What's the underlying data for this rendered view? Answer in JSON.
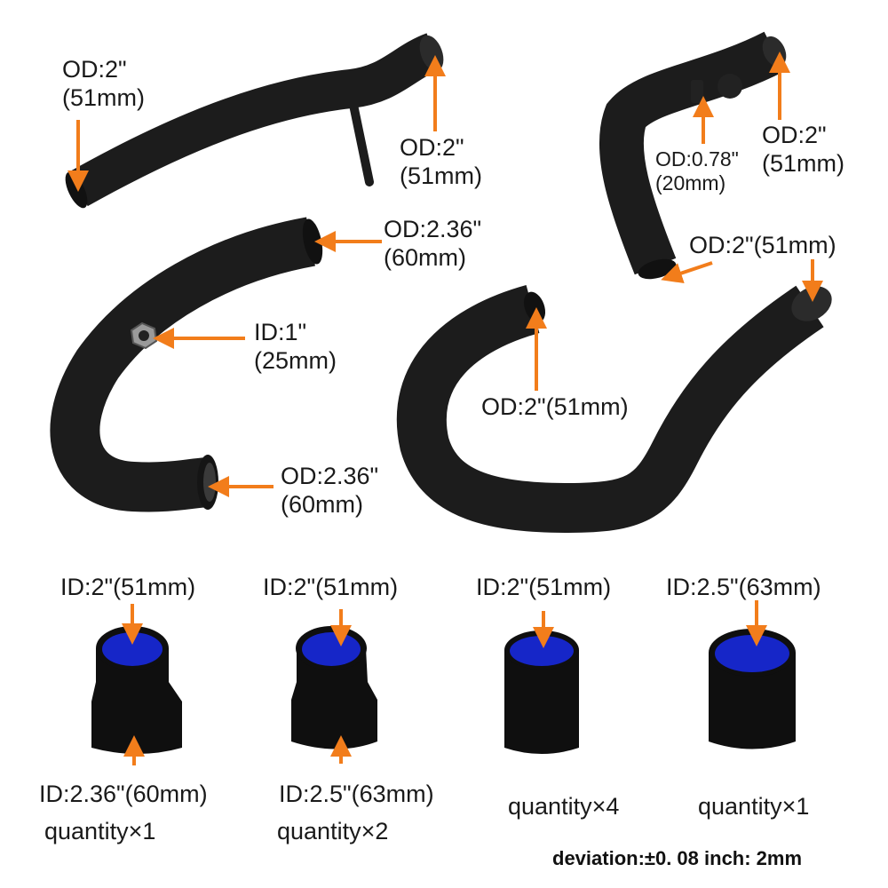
{
  "colors": {
    "arrow": "#f27d1b",
    "pipe": "#1c1c1c",
    "coupler_inner": "#1626c8",
    "text": "#1a1a1a"
  },
  "pipes": {
    "pipe1": {
      "left_end": {
        "line1": "OD:2\"",
        "line2": "(51mm)"
      },
      "right_end": {
        "line1": "OD:2\"",
        "line2": "(51mm)"
      }
    },
    "pipe2": {
      "top_end": {
        "line1": "OD:2.36\"",
        "line2": "(60mm)"
      },
      "sensor_port": {
        "line1": "ID:1\"",
        "line2": "(25mm)"
      },
      "bottom_end": {
        "line1": "OD:2.36\"",
        "line2": "(60mm)"
      }
    },
    "pipe3": {
      "top_end": {
        "line1": "OD:2\"",
        "line2": "(51mm)"
      },
      "nipple": {
        "line1": "OD:0.78\"",
        "line2": "(20mm)"
      },
      "bottom_end": "OD:2\"(51mm)"
    },
    "pipe4": {
      "left_end": "OD:2\"(51mm)"
    }
  },
  "couplers": [
    {
      "top": "ID:2\"(51mm)",
      "bottom": "ID:2.36\"(60mm)",
      "quantity": "quantity×1"
    },
    {
      "top": "ID:2\"(51mm)",
      "bottom": "ID:2.5\"(63mm)",
      "quantity": "quantity×2"
    },
    {
      "top": "ID:2\"(51mm)",
      "quantity": "quantity×4"
    },
    {
      "top": "ID:2.5\"(63mm)",
      "quantity": "quantity×1"
    }
  ],
  "deviation": "deviation:±0. 08 inch: 2mm"
}
